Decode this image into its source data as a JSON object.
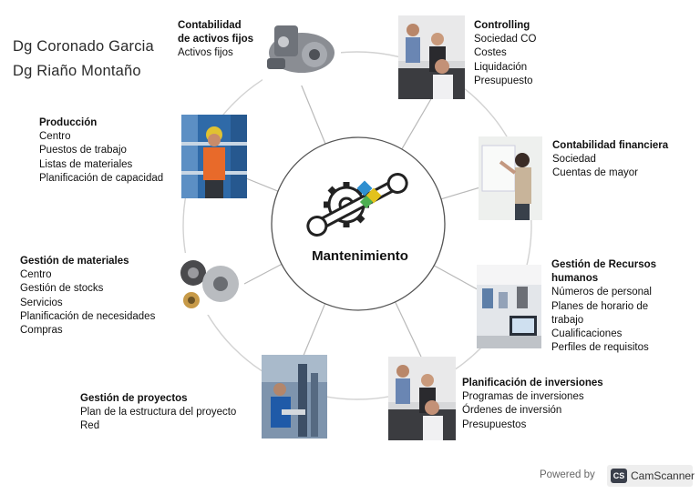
{
  "authors": [
    "Dg Coronado Garcia",
    "Dg Riaño Montaño"
  ],
  "center": {
    "label": "Mantenimiento",
    "icon": "gear-wrench-icon"
  },
  "modules": [
    {
      "title_lines": [
        "Contabilidad",
        "de activos fijos"
      ],
      "items": [
        "Activos fijos"
      ],
      "image": "engine-part"
    },
    {
      "title_lines": [
        "Controlling"
      ],
      "items": [
        "Sociedad CO",
        "Costes",
        "Liquidación",
        "Presupuesto"
      ],
      "image": "office-team"
    },
    {
      "title_lines": [
        "Contabilidad financiera"
      ],
      "items": [
        "Sociedad",
        "Cuentas de mayor"
      ],
      "image": "presentation"
    },
    {
      "title_lines": [
        "Gestión de Recursos",
        "humanos"
      ],
      "items": [
        "Números de personal",
        "Planes de horario de",
        "trabajo",
        "Cualificaciones",
        "Perfiles de requisitos"
      ],
      "image": "open-office"
    },
    {
      "title_lines": [
        "Planificación de inversiones"
      ],
      "items": [
        "Programas de inversiones",
        "Órdenes de inversión",
        "Presupuestos"
      ],
      "image": "office-team"
    },
    {
      "title_lines": [
        "Gestión de proyectos"
      ],
      "items": [
        "Plan de la estructura del proyecto",
        "Red"
      ],
      "image": "industrial-worker"
    },
    {
      "title_lines": [
        "Gestión de materiales"
      ],
      "items": [
        "Centro",
        "Gestión de stocks",
        "Servicios",
        "Planificación de necesidades",
        "Compras"
      ],
      "image": "machine-parts"
    },
    {
      "title_lines": [
        "Producción"
      ],
      "items": [
        "Centro",
        "Puestos de trabajo",
        "Listas de materiales",
        "Planificación de capacidad"
      ],
      "image": "warehouse-worker"
    }
  ],
  "footer": {
    "powered_by": "Powered by",
    "brand": "CamScanner",
    "brand_logo": "CS"
  },
  "colors": {
    "ring": "#d2d2d2",
    "spoke": "#b9b9b9",
    "gear_dark": "#222222",
    "gear_blue": "#2f8fd0",
    "gear_yellow": "#e3c21d",
    "gear_green": "#4caf50"
  }
}
